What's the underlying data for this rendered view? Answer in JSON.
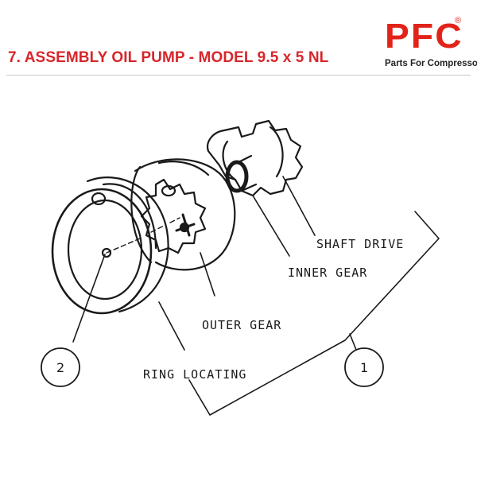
{
  "header": {
    "title": "7. ASSEMBLY OIL PUMP - MODEL 9.5 x 5 NL",
    "logo_text": "PFC",
    "logo_registered": "®",
    "logo_tagline": "Parts For Compressor",
    "brand_color": "#e2231a",
    "title_color": "#d7262b"
  },
  "diagram": {
    "labels": {
      "shaft_drive": "SHAFT DRIVE",
      "inner_gear": "INNER GEAR",
      "outer_gear": "OUTER GEAR",
      "ring_locating": "RING LOCATING"
    },
    "callouts": {
      "one": "1",
      "two": "2"
    }
  }
}
